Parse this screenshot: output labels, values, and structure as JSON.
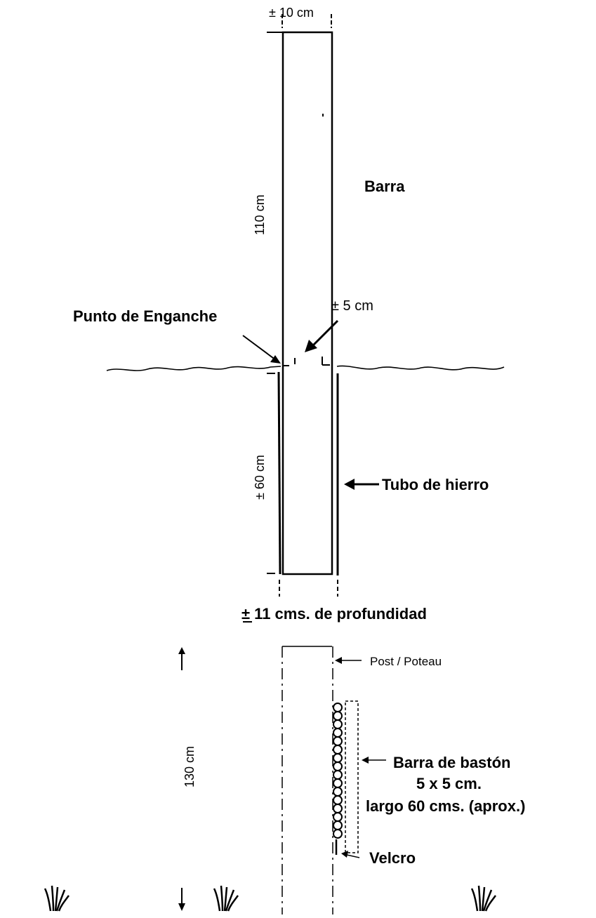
{
  "top_diagram": {
    "width_label": "± 10 cm",
    "bar_label": "Barra",
    "height_label": "110 cm",
    "hook_label": "Punto de Enganche",
    "gap_label": "± 5 cm",
    "buried_label": "± 60 cm",
    "tube_label": "Tubo de hierro",
    "depth_label": "± 11 cms. de profundidad"
  },
  "bottom_diagram": {
    "height_label": "130 cm",
    "post_label": "Post / Poteau",
    "stick_label_line1": "Barra de bastón",
    "stick_label_line2": "5 x 5 cm.",
    "stick_label_line3": "largo 60 cms. (aprox.)",
    "velcro_label": "Velcro"
  }
}
